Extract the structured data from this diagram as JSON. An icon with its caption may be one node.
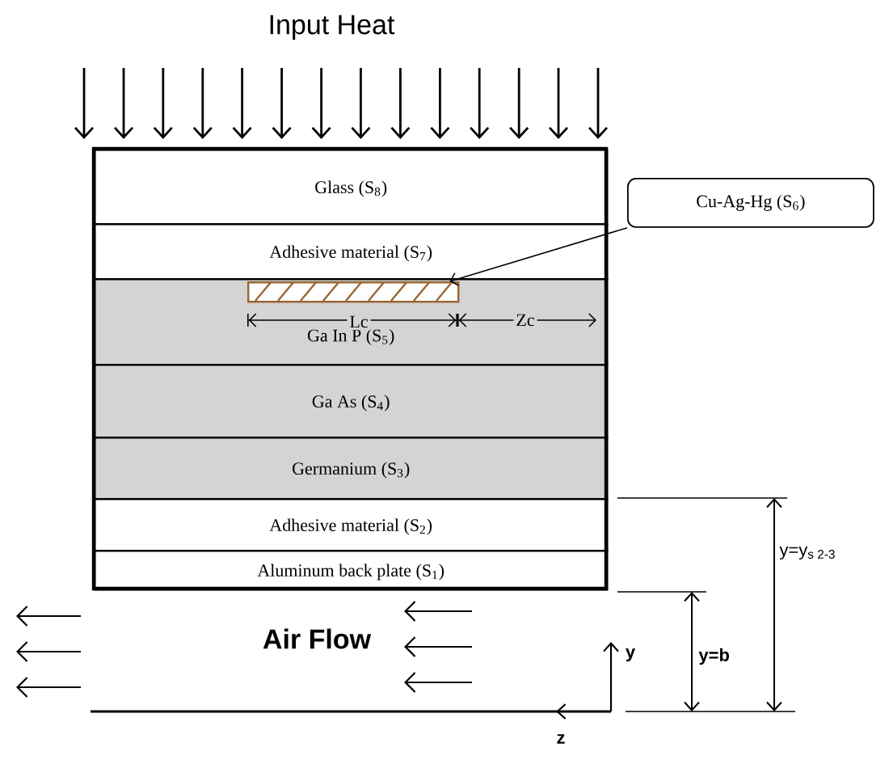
{
  "diagram": {
    "nodes": [
      {
        "text": [
          "Glass (S$_{8}$)"
        ]
      },
      {
        "text": [
          "Adhesive material (S$_{7}$)"
        ]
      },
      {
        "text": [
          "Ga In P (S$_{5}$)"
        ]
      },
      {
        "text": [
          "Ga As (S$_{4}$)"
        ]
      },
      {
        "text": [
          "Germanium (S$_{3}$)"
        ]
      },
      {
        "text": [
          "Adhesive material (S$_{2}$)"
        ]
      },
      {
        "text": [
          "Aluminum back plate (S$_{1}$)"
        ]
      },
      {
        "text": [
          "Cu-Ag-Hg (S$_{6}$)"
        ]
      },
      {
        "text": [],
        "shape": "bar",
        "in": 2
      }
    ],
    "edges": [
      {
        "from": 7,
        "to": 8,
        "arrow": "to"
      }
    ],
    "labels": [
      "Input Heat",
      "Lc",
      "Zc",
      "y=y$_{s 2-3}$",
      "Air Flow",
      "y",
      "y=b",
      "z"
    ]
  }
}
